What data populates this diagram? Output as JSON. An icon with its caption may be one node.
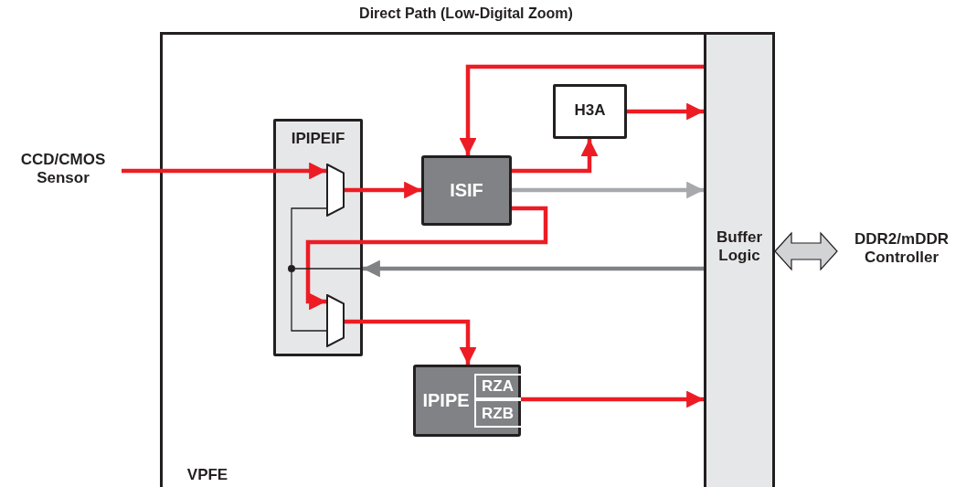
{
  "diagram": {
    "title": "Direct Path (Low-Digital Zoom)",
    "nodes": [
      {
        "text": [
          "VPFE"
        ]
      },
      {
        "text": [
          "IPIPEIF"
        ],
        "in": 0
      },
      {
        "text": [],
        "shape": "trapezoid",
        "in": 1
      },
      {
        "text": [],
        "shape": "trapezoid",
        "in": 1
      },
      {
        "text": [],
        "shape": "circle",
        "in": 1
      },
      {
        "text": [
          "ISIF"
        ],
        "in": 0
      },
      {
        "text": [
          "H3A"
        ],
        "in": 0
      },
      {
        "text": [
          "IPIPE"
        ],
        "in": 0
      },
      {
        "text": [
          "RZA"
        ],
        "in": 7
      },
      {
        "text": [
          "RZB"
        ],
        "in": 7
      },
      {
        "text": [
          "Buffer Logic"
        ],
        "in": 0
      },
      {
        "text": [
          "CCD/CMOS Sensor"
        ]
      },
      {
        "text": [
          "DDR2/mDDR Controller"
        ]
      }
    ],
    "edges": [
      {
        "from": 11,
        "to": 2,
        "arrow": "to"
      },
      {
        "from": 2,
        "to": 5,
        "arrow": "to"
      },
      {
        "from": 10,
        "to": 5,
        "arrow": "to"
      },
      {
        "from": 5,
        "to": 6,
        "arrow": "to"
      },
      {
        "from": 6,
        "to": 10,
        "arrow": "to"
      },
      {
        "from": 5,
        "to": 10,
        "arrow": "to",
        "color": "#a7a9ac"
      },
      {
        "from": 5,
        "to": 3,
        "arrow": "to"
      },
      {
        "from": 10,
        "to": 1,
        "arrow": "to",
        "color": "#808285"
      },
      {
        "from": 1,
        "to": 4,
        "arrow": "none",
        "color": "#231f20"
      },
      {
        "from": 4,
        "to": 2,
        "arrow": "none",
        "color": "#231f20"
      },
      {
        "from": 4,
        "to": 3,
        "arrow": "none",
        "color": "#231f20"
      },
      {
        "from": 3,
        "to": 7,
        "arrow": "to"
      },
      {
        "from": 7,
        "to": 10,
        "arrow": "to"
      },
      {
        "from": 10,
        "to": 12,
        "arrow": "both",
        "style": "thick",
        "color": "#d1d3d4"
      }
    ]
  }
}
